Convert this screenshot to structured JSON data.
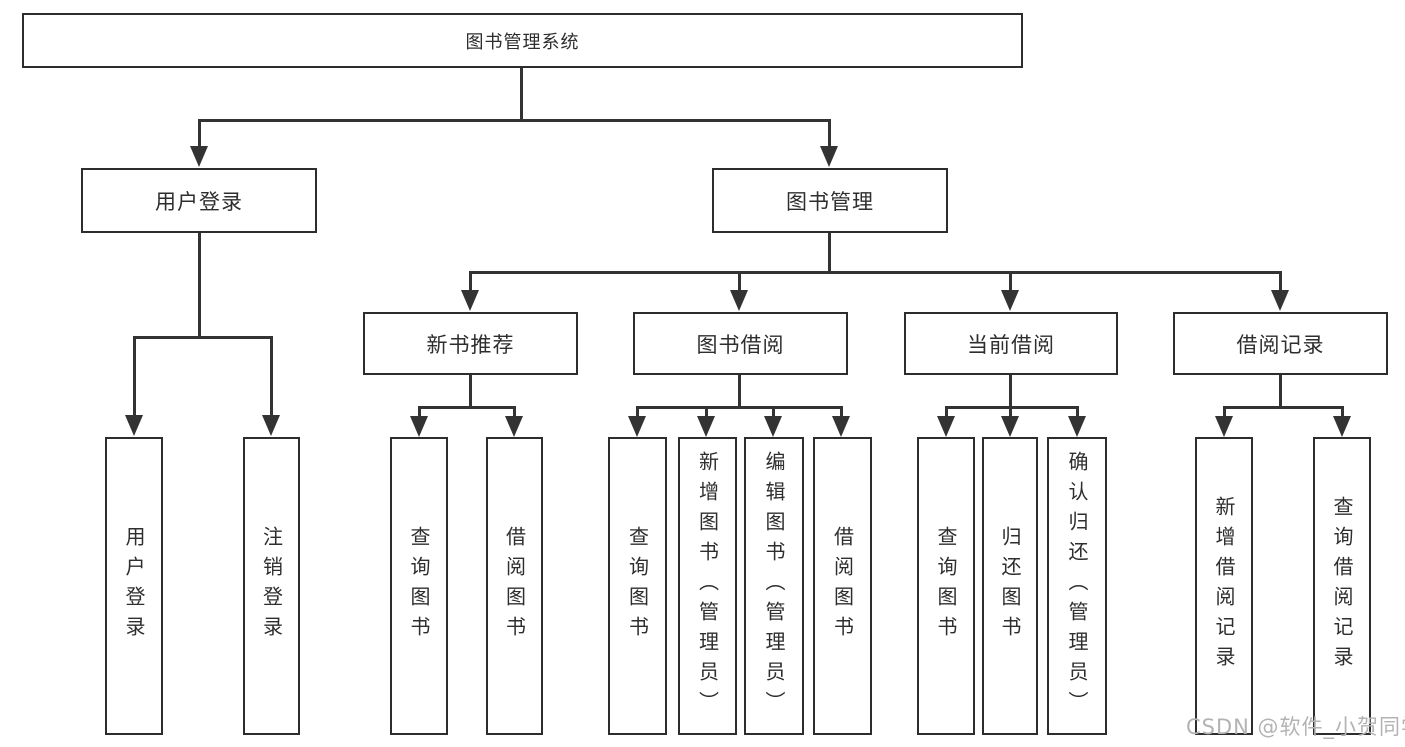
{
  "diagram": {
    "root": "图书管理系统",
    "branches": [
      {
        "label": "用户登录",
        "children": [
          "用户登录",
          "注销登录"
        ]
      },
      {
        "label": "图书管理",
        "children": [
          {
            "label": "新书推荐",
            "children": [
              "查询图书",
              "借阅图书"
            ]
          },
          {
            "label": "图书借阅",
            "children": [
              "查询图书",
              "新增图书（管理员）",
              "编辑图书（管理员）",
              "借阅图书"
            ]
          },
          {
            "label": "当前借阅",
            "children": [
              "查询图书",
              "归还图书",
              "确认归还（管理员）"
            ]
          },
          {
            "label": "借阅记录",
            "children": [
              "新增借阅记录",
              "查询借阅记录"
            ]
          }
        ]
      }
    ]
  },
  "watermark": "CSDN @软件_小贺同学",
  "colors": {
    "line": "#333333",
    "box_border": "#2d2d2d",
    "text": "#2e2e2e",
    "watermark": "#b3b3b3",
    "background": "#ffffff"
  }
}
